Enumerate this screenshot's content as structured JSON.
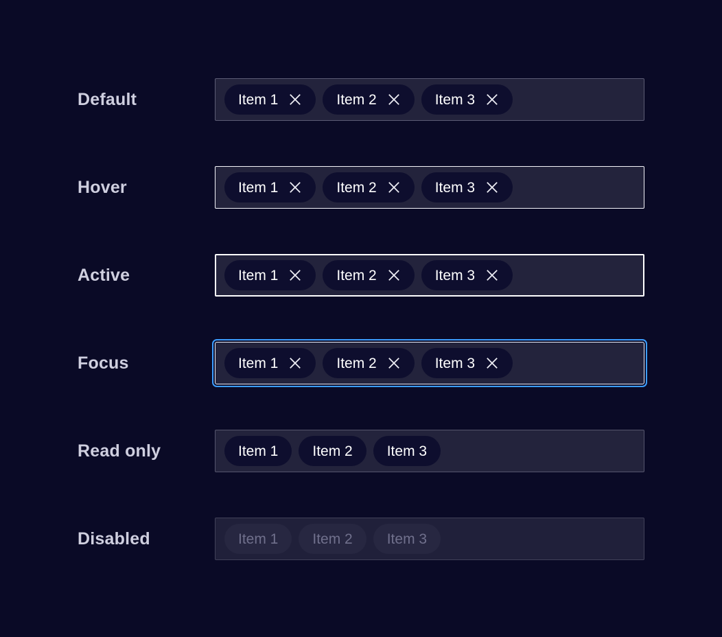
{
  "component": "tag-input-states-showcase",
  "colors": {
    "page_background": "#0a0a26",
    "field_background": "#23233c",
    "pill_background": "#0e0e2e",
    "pill_text": "#ffffff",
    "label_text": "#cfcfdf",
    "border_default": "#5c5c75",
    "border_hover": "#f4f4fa",
    "border_active": "#ffffff",
    "focus_ring": "#3c9dff",
    "disabled_text": "#70708c",
    "disabled_pill_background": "#272741"
  },
  "icons": {
    "remove": "close-x"
  },
  "rows": [
    {
      "state": "default",
      "label": "Default",
      "removable": true,
      "items": [
        {
          "label": "Item 1"
        },
        {
          "label": "Item 2"
        },
        {
          "label": "Item 3"
        }
      ]
    },
    {
      "state": "hover",
      "label": "Hover",
      "removable": true,
      "items": [
        {
          "label": "Item 1"
        },
        {
          "label": "Item 2"
        },
        {
          "label": "Item 3"
        }
      ]
    },
    {
      "state": "active",
      "label": "Active",
      "removable": true,
      "items": [
        {
          "label": "Item 1"
        },
        {
          "label": "Item 2"
        },
        {
          "label": "Item 3"
        }
      ]
    },
    {
      "state": "focus",
      "label": "Focus",
      "removable": true,
      "items": [
        {
          "label": "Item 1"
        },
        {
          "label": "Item 2"
        },
        {
          "label": "Item 3"
        }
      ]
    },
    {
      "state": "readonly",
      "label": "Read only",
      "removable": false,
      "items": [
        {
          "label": "Item 1"
        },
        {
          "label": "Item 2"
        },
        {
          "label": "Item 3"
        }
      ]
    },
    {
      "state": "disabled",
      "label": "Disabled",
      "removable": false,
      "items": [
        {
          "label": "Item 1"
        },
        {
          "label": "Item 2"
        },
        {
          "label": "Item 3"
        }
      ]
    }
  ]
}
